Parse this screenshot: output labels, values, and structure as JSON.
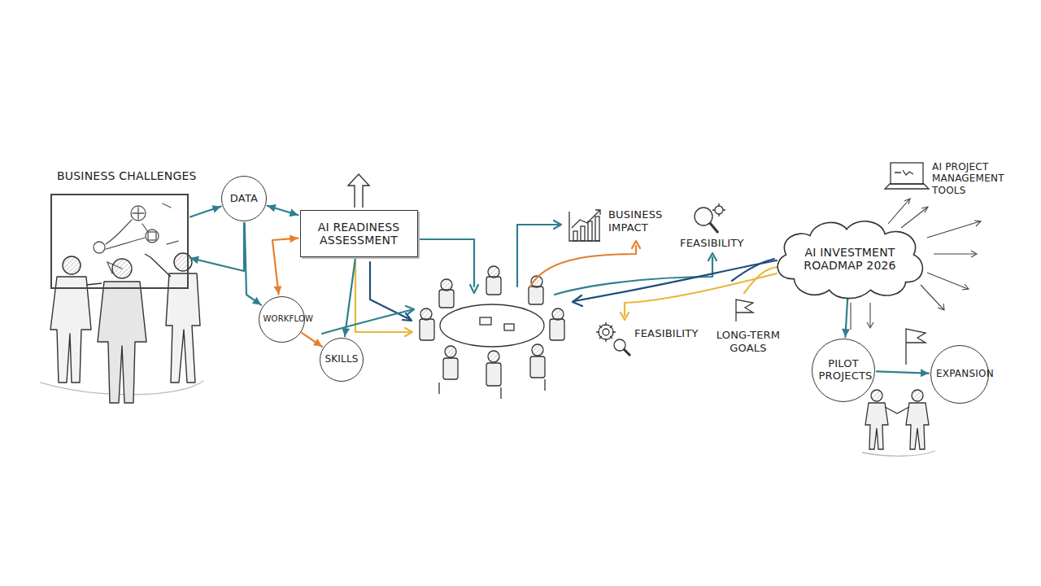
{
  "diagram": {
    "nodes": [
      {
        "text": [
          "BUSINESS CHALLENGES"
        ]
      },
      {
        "text": [
          "DATA"
        ]
      },
      {
        "text": [
          "AI READINESS ASSESSMENT"
        ]
      },
      {
        "text": [
          "WORKFLOW"
        ]
      },
      {
        "text": [
          "SKILLS"
        ]
      },
      {
        "text": [
          "AI INVESTMENT ROADMAP 2026"
        ]
      },
      {
        "text": [
          "PILOT PROJECTS"
        ]
      },
      {
        "text": [
          "EXPANSION"
        ]
      }
    ],
    "edges": [
      {
        "from": 0,
        "to": 1,
        "arrow": "to"
      },
      {
        "from": 1,
        "to": 0,
        "arrow": "to"
      },
      {
        "from": 1,
        "to": 2,
        "arrow": "both"
      },
      {
        "from": 1,
        "to": 3,
        "arrow": "to"
      },
      {
        "from": 3,
        "to": 2,
        "arrow": "both"
      },
      {
        "from": 3,
        "to": 4,
        "arrow": "to"
      },
      {
        "from": 2,
        "to": 4,
        "arrow": "to"
      },
      {
        "from": 5,
        "to": 6,
        "arrow": "to"
      },
      {
        "from": 6,
        "to": 7,
        "arrow": "to"
      }
    ],
    "labels": [
      "BUSINESS IMPACT",
      "FEASIBILITY",
      "FEASIBILITY",
      "LONG-TERM GOALS",
      "AI PROJECT MANAGEMENT TOOLS"
    ]
  }
}
